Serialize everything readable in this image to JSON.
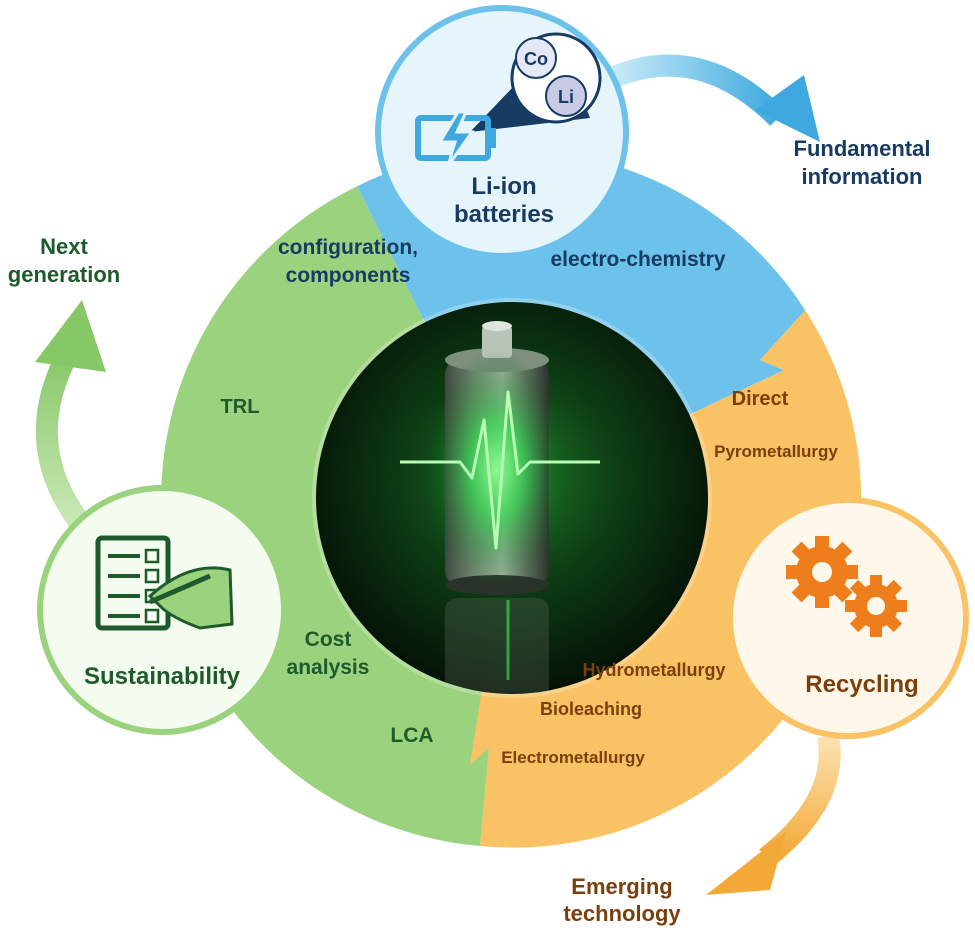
{
  "colors": {
    "blue": "#6cc2ea",
    "blue_text": "#173b63",
    "green": "#9bd27e",
    "green_text": "#1e5a2c",
    "orange": "#f9c265",
    "orange_text": "#7a3f0b",
    "gear": "#ee7d1c",
    "battery_glow": "#2bd84a"
  },
  "hub": {
    "image": "glowing-battery-with-heartbeat-pulse"
  },
  "nodes": {
    "liion": {
      "label_line1": "Li-ion",
      "label_line2": "batteries",
      "icon": "battery-charging-icon",
      "elements": [
        "Co",
        "Li"
      ]
    },
    "sustainability": {
      "label": "Sustainability",
      "icon": "checklist-clipboard-icon"
    },
    "recycling": {
      "label": "Recycling",
      "icon": "gears-icon"
    }
  },
  "segments": {
    "blue": [
      "configuration,",
      "components",
      "electro-chemistry"
    ],
    "green": [
      "TRL",
      "Cost",
      "analysis",
      "LCA"
    ],
    "orange": [
      "Direct",
      "Pyrometallurgy",
      "Hydrometallurgy",
      "Bioleaching",
      "Electrometallurgy"
    ]
  },
  "outcomes": {
    "fundamental": [
      "Fundamental",
      "information"
    ],
    "next": [
      "Next",
      "generation"
    ],
    "emerging": [
      "Emerging",
      "technology"
    ]
  }
}
